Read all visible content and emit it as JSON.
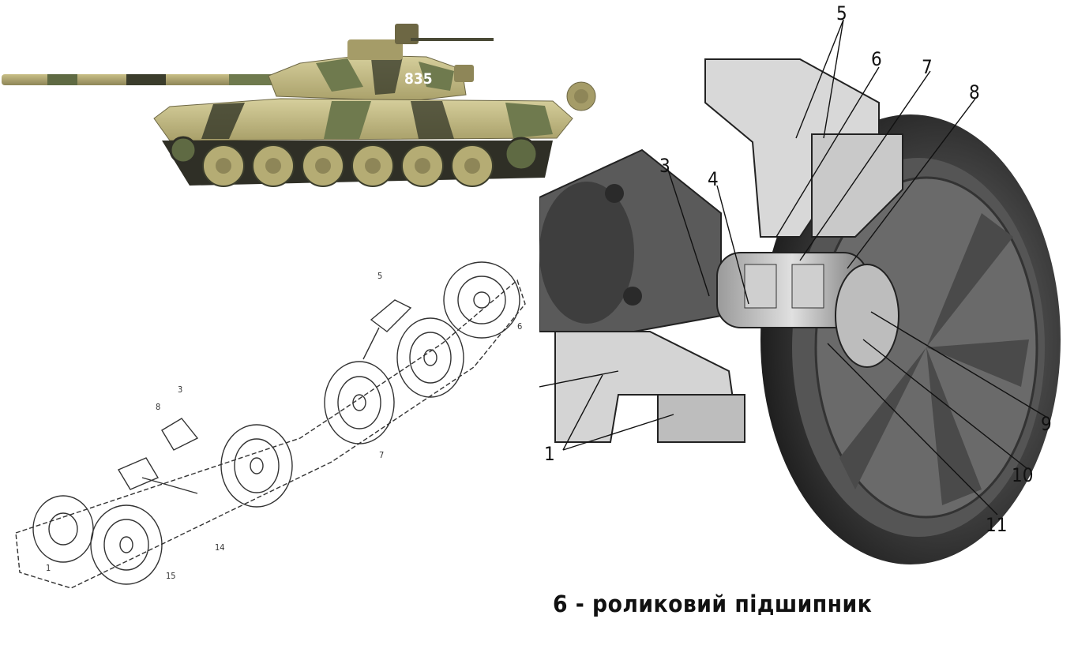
{
  "tank": {
    "hull_number": "835",
    "colors": {
      "sand": "#c9bf86",
      "green": "#6f7a4e",
      "dark": "#3b3d2c"
    }
  },
  "track_diagram": {
    "labels": [
      "5",
      "6",
      "7",
      "3",
      "8",
      "1",
      "15",
      "14"
    ]
  },
  "wheel_cutaway": {
    "callouts": [
      "5",
      "6",
      "7",
      "8",
      "3",
      "4",
      "9",
      "10",
      "11",
      "1"
    ]
  },
  "caption": "6 - роликовий підшипник"
}
